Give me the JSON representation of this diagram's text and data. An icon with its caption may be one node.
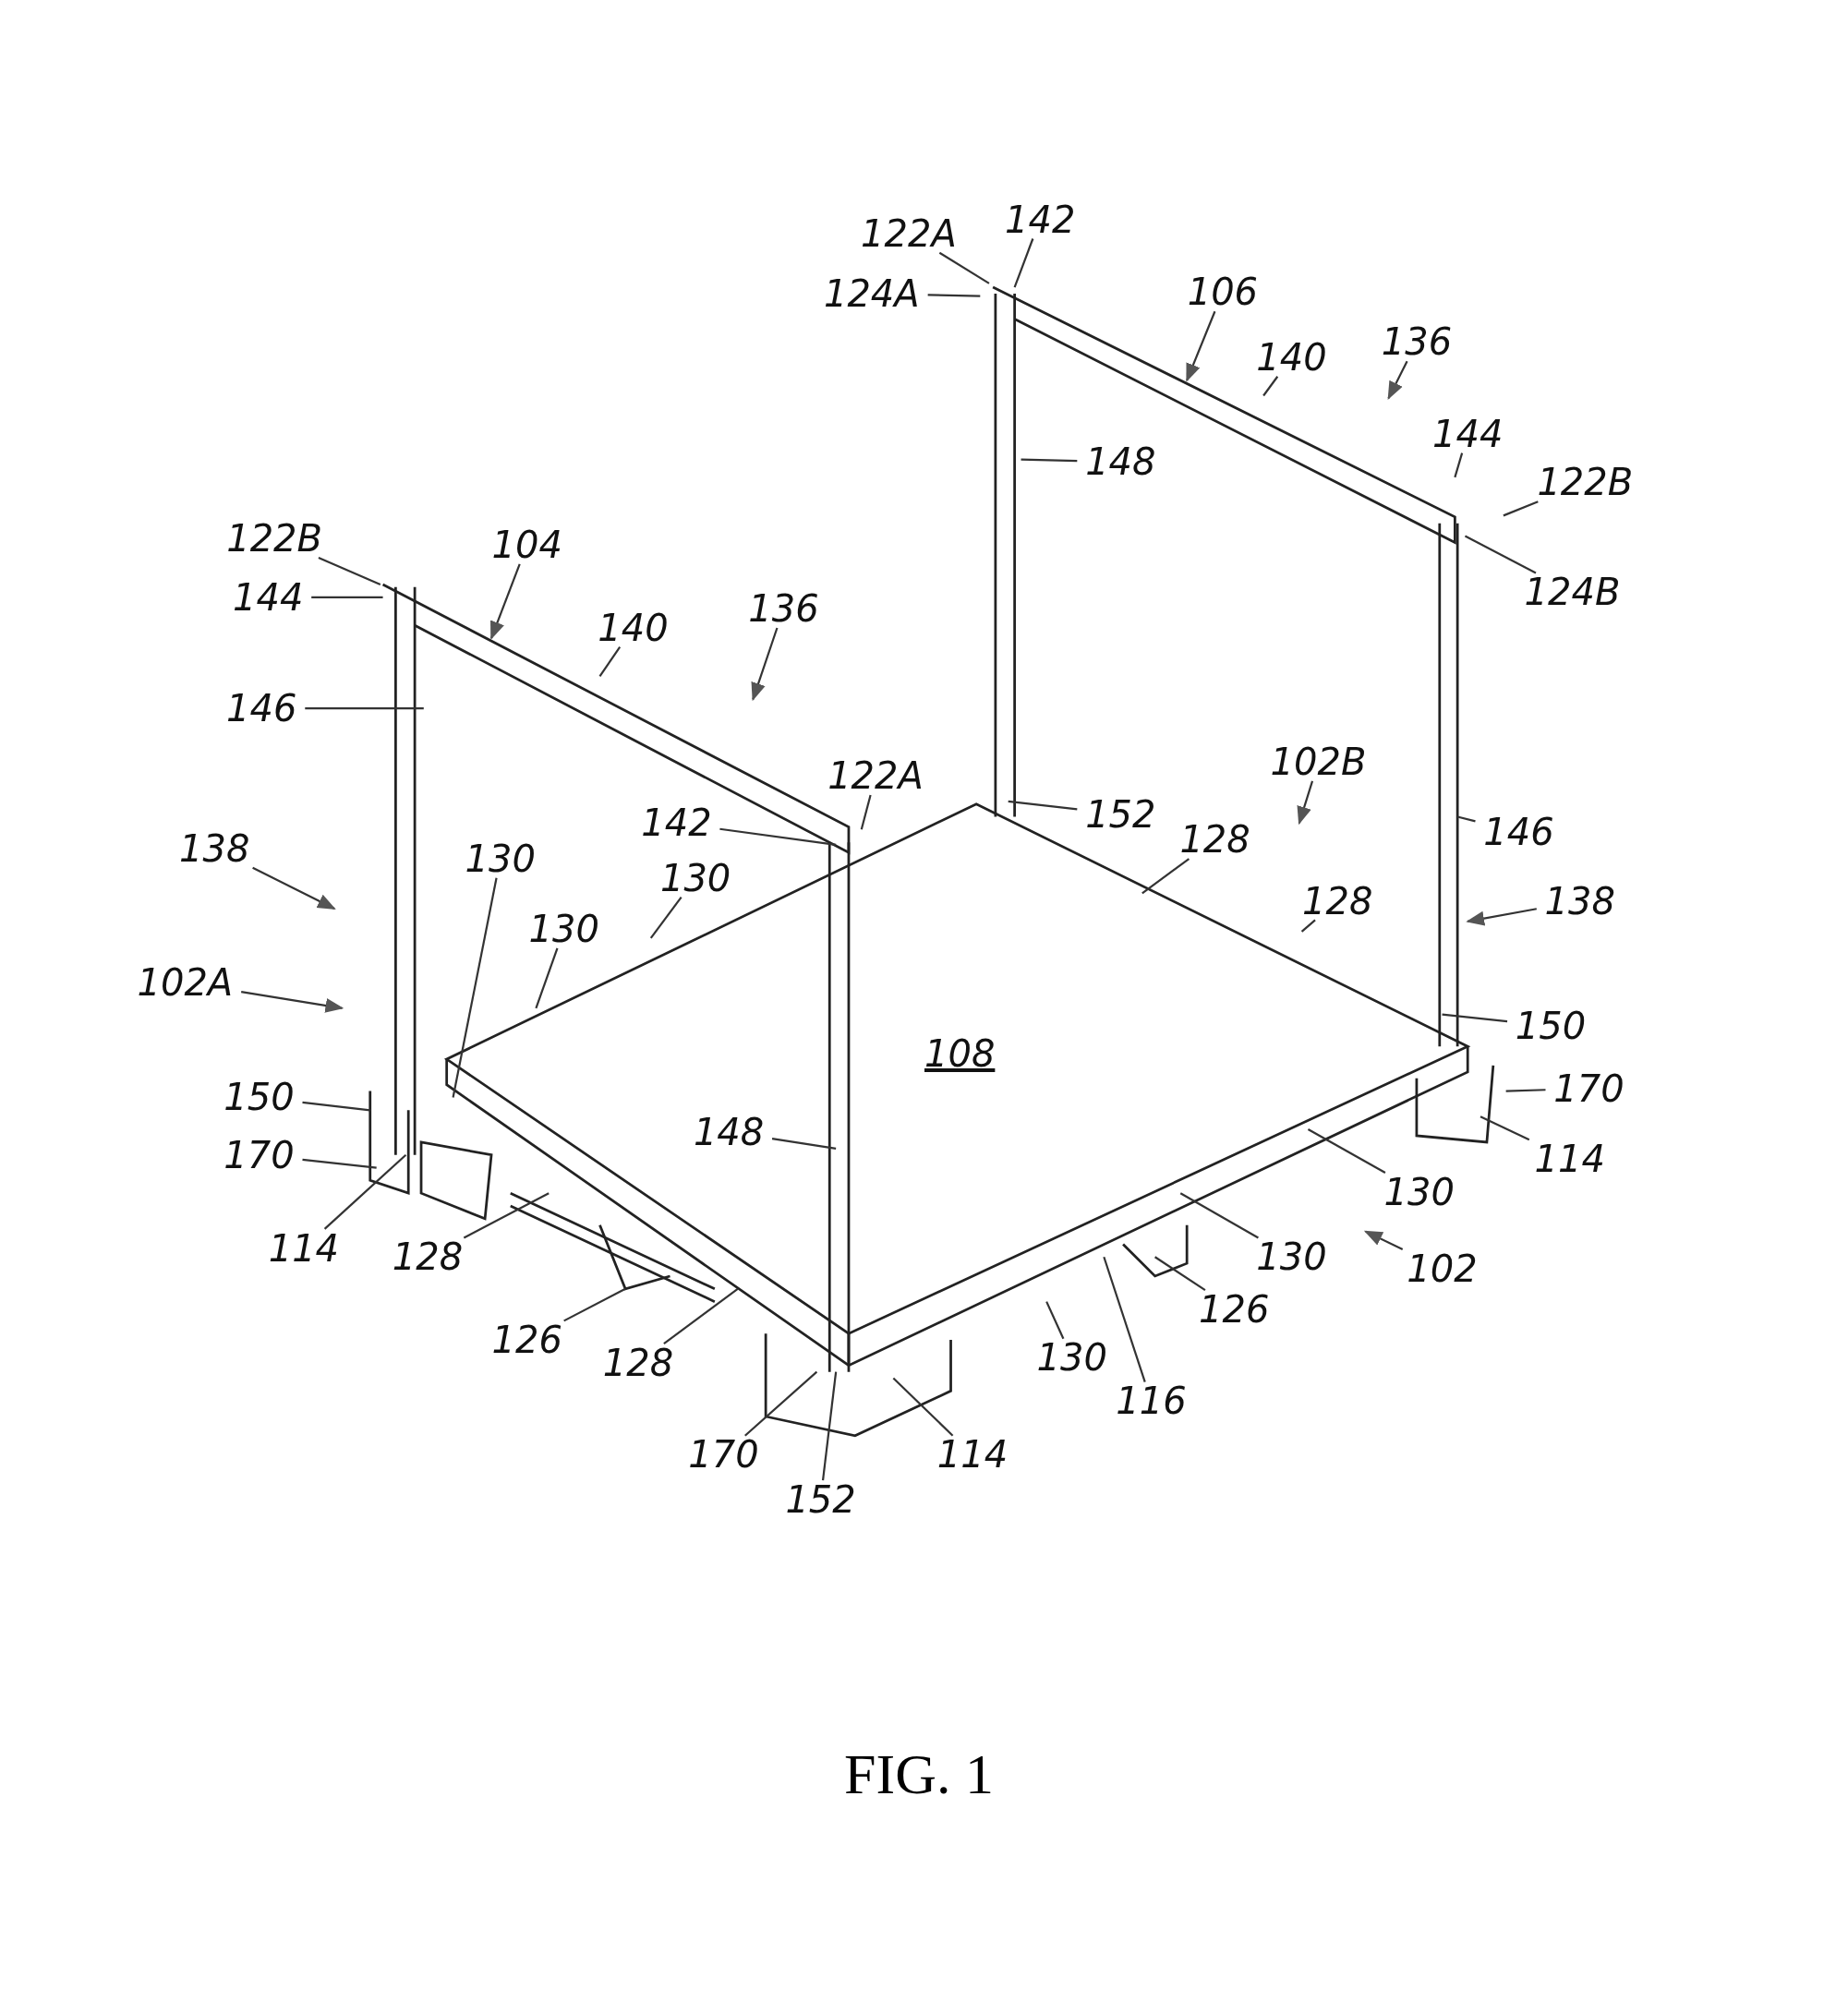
{
  "diagram": {
    "caption": "FIG. 1",
    "nodes": [
      {
        "text": [
          "142"
        ]
      },
      {
        "text": [
          "122A"
        ]
      },
      {
        "text": [
          "106"
        ]
      },
      {
        "text": [
          "124A"
        ]
      },
      {
        "text": [
          "136"
        ]
      },
      {
        "text": [
          "140"
        ]
      },
      {
        "text": [
          "144"
        ]
      },
      {
        "text": [
          "148"
        ]
      },
      {
        "text": [
          "122B"
        ]
      },
      {
        "text": [
          "122B"
        ]
      },
      {
        "text": [
          "104"
        ]
      },
      {
        "text": [
          "124B"
        ]
      },
      {
        "text": [
          "144"
        ]
      },
      {
        "text": [
          "136"
        ]
      },
      {
        "text": [
          "140"
        ]
      },
      {
        "text": [
          "146"
        ]
      },
      {
        "text": [
          "102B"
        ]
      },
      {
        "text": [
          "122A"
        ]
      },
      {
        "text": [
          "152"
        ]
      },
      {
        "text": [
          "142"
        ]
      },
      {
        "text": [
          "146"
        ]
      },
      {
        "text": [
          "128"
        ]
      },
      {
        "text": [
          "138"
        ]
      },
      {
        "text": [
          "130"
        ]
      },
      {
        "text": [
          "130"
        ]
      },
      {
        "text": [
          "128"
        ]
      },
      {
        "text": [
          "138"
        ]
      },
      {
        "text": [
          "130"
        ]
      },
      {
        "text": [
          "102A"
        ]
      },
      {
        "text": [
          "150"
        ]
      },
      {
        "text": [
          "170"
        ]
      },
      {
        "text": [
          "150"
        ]
      },
      {
        "text": [
          "148"
        ]
      },
      {
        "text": [
          "170"
        ]
      },
      {
        "text": [
          "114"
        ]
      },
      {
        "text": [
          "130"
        ]
      },
      {
        "text": [
          "114"
        ]
      },
      {
        "text": [
          "128"
        ]
      },
      {
        "text": [
          "130"
        ]
      },
      {
        "text": [
          "102"
        ]
      },
      {
        "text": [
          "126"
        ]
      },
      {
        "text": [
          "126"
        ]
      },
      {
        "text": [
          "130"
        ]
      },
      {
        "text": [
          "128"
        ]
      },
      {
        "text": [
          "116"
        ]
      },
      {
        "text": [
          "170"
        ]
      },
      {
        "text": [
          "114"
        ]
      },
      {
        "text": [
          "152"
        ]
      }
    ],
    "edges": [
      {
        "from": 0,
        "to": null,
        "arrow": "none"
      },
      {
        "from": 1,
        "to": null,
        "arrow": "none"
      },
      {
        "from": 2,
        "to": null,
        "arrow": "to"
      },
      {
        "from": 3,
        "to": null,
        "arrow": "none"
      },
      {
        "from": 4,
        "to": null,
        "arrow": "to"
      },
      {
        "from": 5,
        "to": null,
        "arrow": "none"
      },
      {
        "from": 6,
        "to": null,
        "arrow": "none"
      },
      {
        "from": 7,
        "to": null,
        "arrow": "none"
      },
      {
        "from": 8,
        "to": null,
        "arrow": "none"
      },
      {
        "from": 9,
        "to": null,
        "arrow": "none"
      },
      {
        "from": 10,
        "to": null,
        "arrow": "to"
      },
      {
        "from": 11,
        "to": null,
        "arrow": "none"
      },
      {
        "from": 12,
        "to": null,
        "arrow": "none"
      },
      {
        "from": 13,
        "to": null,
        "arrow": "to"
      },
      {
        "from": 14,
        "to": null,
        "arrow": "none"
      },
      {
        "from": 15,
        "to": null,
        "arrow": "none"
      },
      {
        "from": 16,
        "to": null,
        "arrow": "to"
      },
      {
        "from": 17,
        "to": null,
        "arrow": "none"
      },
      {
        "from": 18,
        "to": null,
        "arrow": "none"
      },
      {
        "from": 19,
        "to": null,
        "arrow": "none"
      },
      {
        "from": 20,
        "to": null,
        "arrow": "none"
      },
      {
        "from": 21,
        "to": null,
        "arrow": "none"
      },
      {
        "from": 22,
        "to": null,
        "arrow": "to"
      },
      {
        "from": 23,
        "to": null,
        "arrow": "none"
      },
      {
        "from": 24,
        "to": null,
        "arrow": "none"
      },
      {
        "from": 25,
        "to": null,
        "arrow": "none"
      },
      {
        "from": 26,
        "to": null,
        "arrow": "to"
      },
      {
        "from": 27,
        "to": null,
        "arrow": "none"
      },
      {
        "from": 28,
        "to": null,
        "arrow": "to"
      },
      {
        "from": 29,
        "to": null,
        "arrow": "none"
      },
      {
        "from": 30,
        "to": null,
        "arrow": "none"
      },
      {
        "from": 31,
        "to": null,
        "arrow": "none"
      },
      {
        "from": 32,
        "to": null,
        "arrow": "none"
      },
      {
        "from": 33,
        "to": null,
        "arrow": "none"
      },
      {
        "from": 34,
        "to": null,
        "arrow": "none"
      },
      {
        "from": 35,
        "to": null,
        "arrow": "none"
      },
      {
        "from": 36,
        "to": null,
        "arrow": "none"
      },
      {
        "from": 37,
        "to": null,
        "arrow": "none"
      },
      {
        "from": 38,
        "to": null,
        "arrow": "none"
      },
      {
        "from": 39,
        "to": null,
        "arrow": "to"
      },
      {
        "from": 40,
        "to": null,
        "arrow": "none"
      },
      {
        "from": 41,
        "to": null,
        "arrow": "none"
      },
      {
        "from": 42,
        "to": null,
        "arrow": "none"
      },
      {
        "from": 43,
        "to": null,
        "arrow": "none"
      },
      {
        "from": 44,
        "to": null,
        "arrow": "none"
      },
      {
        "from": 45,
        "to": null,
        "arrow": "none"
      },
      {
        "from": 46,
        "to": null,
        "arrow": "none"
      },
      {
        "from": 47,
        "to": null,
        "arrow": "none"
      }
    ],
    "labels": [
      "108"
    ]
  }
}
